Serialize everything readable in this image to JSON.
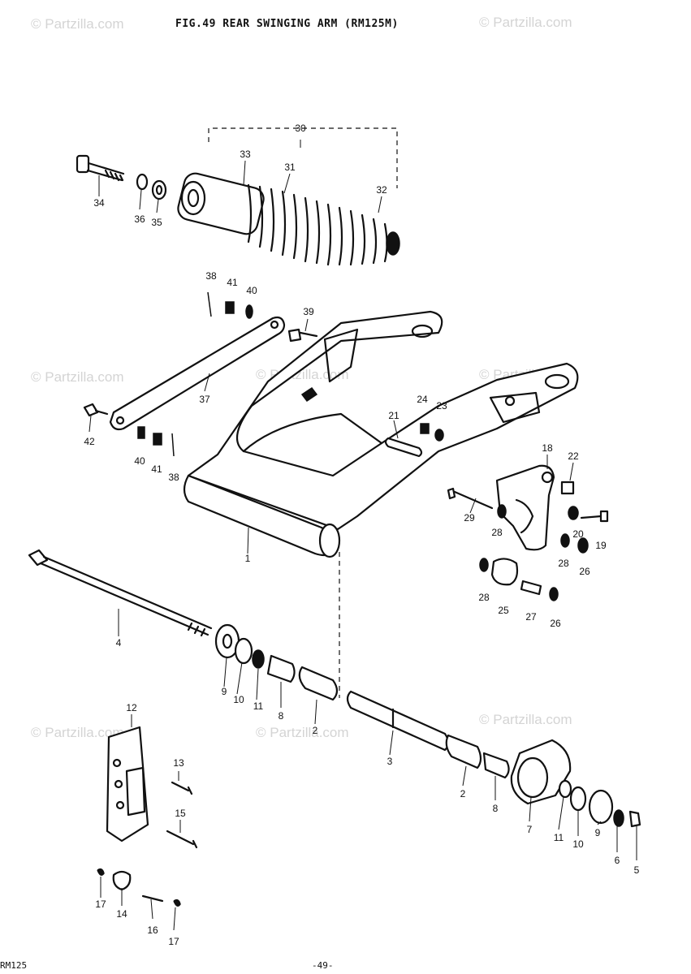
{
  "title": "FIG.49  REAR SWINGING ARM (RM125M)",
  "watermark": "© Partzilla.com",
  "footer_left": "RM125",
  "footer_center": "-49-",
  "callouts": [
    {
      "id": "c30",
      "label": "30"
    },
    {
      "id": "c33",
      "label": "33"
    },
    {
      "id": "c31",
      "label": "31"
    },
    {
      "id": "c32",
      "label": "32"
    },
    {
      "id": "c34",
      "label": "34"
    },
    {
      "id": "c36",
      "label": "36"
    },
    {
      "id": "c35",
      "label": "35"
    },
    {
      "id": "c38a",
      "label": "38"
    },
    {
      "id": "c41a",
      "label": "41"
    },
    {
      "id": "c40a",
      "label": "40"
    },
    {
      "id": "c39",
      "label": "39"
    },
    {
      "id": "c37",
      "label": "37"
    },
    {
      "id": "c42",
      "label": "42"
    },
    {
      "id": "c40b",
      "label": "40"
    },
    {
      "id": "c41b",
      "label": "41"
    },
    {
      "id": "c38b",
      "label": "38"
    },
    {
      "id": "c21",
      "label": "21"
    },
    {
      "id": "c24",
      "label": "24"
    },
    {
      "id": "c23",
      "label": "23"
    },
    {
      "id": "c18",
      "label": "18"
    },
    {
      "id": "c22",
      "label": "22"
    },
    {
      "id": "c29",
      "label": "29"
    },
    {
      "id": "c28a",
      "label": "28"
    },
    {
      "id": "c20",
      "label": "20"
    },
    {
      "id": "c19",
      "label": "19"
    },
    {
      "id": "c28b",
      "label": "28"
    },
    {
      "id": "c26a",
      "label": "26"
    },
    {
      "id": "c28c",
      "label": "28"
    },
    {
      "id": "c25",
      "label": "25"
    },
    {
      "id": "c27",
      "label": "27"
    },
    {
      "id": "c26b",
      "label": "26"
    },
    {
      "id": "c1",
      "label": "1"
    },
    {
      "id": "c4",
      "label": "4"
    },
    {
      "id": "c9a",
      "label": "9"
    },
    {
      "id": "c10a",
      "label": "10"
    },
    {
      "id": "c11a",
      "label": "11"
    },
    {
      "id": "c8a",
      "label": "8"
    },
    {
      "id": "c2a",
      "label": "2"
    },
    {
      "id": "c3",
      "label": "3"
    },
    {
      "id": "c2b",
      "label": "2"
    },
    {
      "id": "c8b",
      "label": "8"
    },
    {
      "id": "c7",
      "label": "7"
    },
    {
      "id": "c11b",
      "label": "11"
    },
    {
      "id": "c10b",
      "label": "10"
    },
    {
      "id": "c9b",
      "label": "9"
    },
    {
      "id": "c6",
      "label": "6"
    },
    {
      "id": "c5",
      "label": "5"
    },
    {
      "id": "c12",
      "label": "12"
    },
    {
      "id": "c13",
      "label": "13"
    },
    {
      "id": "c15",
      "label": "15"
    },
    {
      "id": "c17a",
      "label": "17"
    },
    {
      "id": "c14",
      "label": "14"
    },
    {
      "id": "c16",
      "label": "16"
    },
    {
      "id": "c17b",
      "label": "17"
    }
  ]
}
